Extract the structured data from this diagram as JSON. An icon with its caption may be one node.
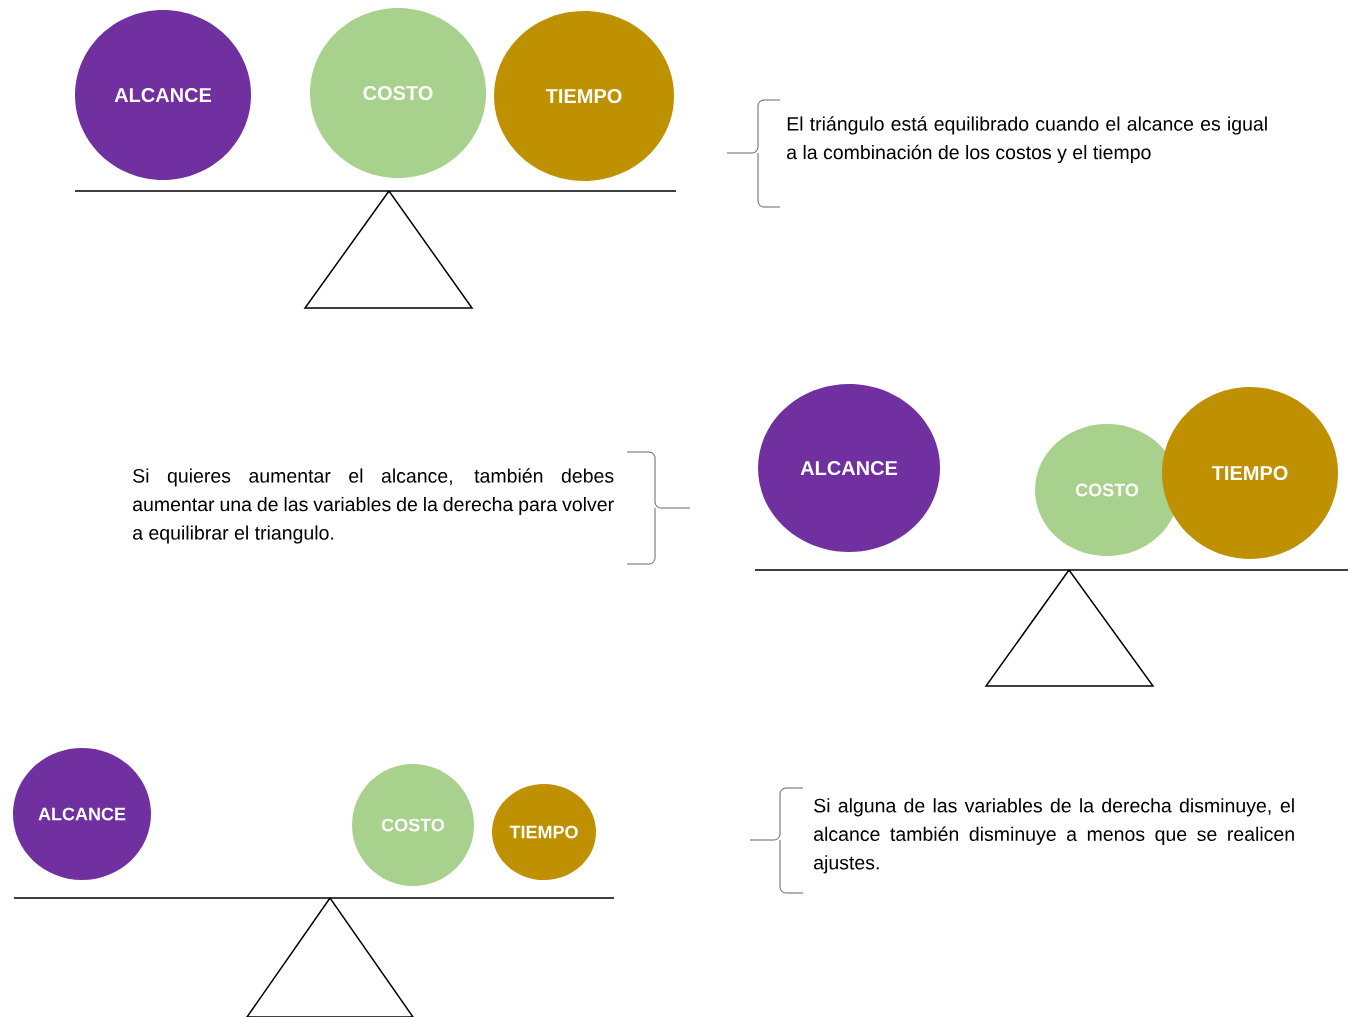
{
  "diagram": {
    "nodes": [
      {
        "text": [
          "ALCANCE"
        ]
      },
      {
        "text": [
          "COSTO"
        ]
      },
      {
        "text": [
          "TIEMPO"
        ]
      },
      {
        "text": [
          "ALCANCE"
        ]
      },
      {
        "text": [
          "COSTO"
        ]
      },
      {
        "text": [
          "TIEMPO"
        ]
      },
      {
        "text": [
          "ALCANCE"
        ]
      },
      {
        "text": [
          "COSTO"
        ]
      },
      {
        "text": [
          "TIEMPO"
        ]
      }
    ],
    "labels": [
      "El triángulo está equilibrado cuando el alcance es igual a la combinación de los costos y el tiempo",
      "Si quieres aumentar el alcance, también debes aumentar una de las variables de la derecha para volver a equilibrar el triangulo.",
      "Si alguna de las variables de la derecha disminuye, el alcance también disminuye a menos que se realicen ajustes."
    ]
  }
}
